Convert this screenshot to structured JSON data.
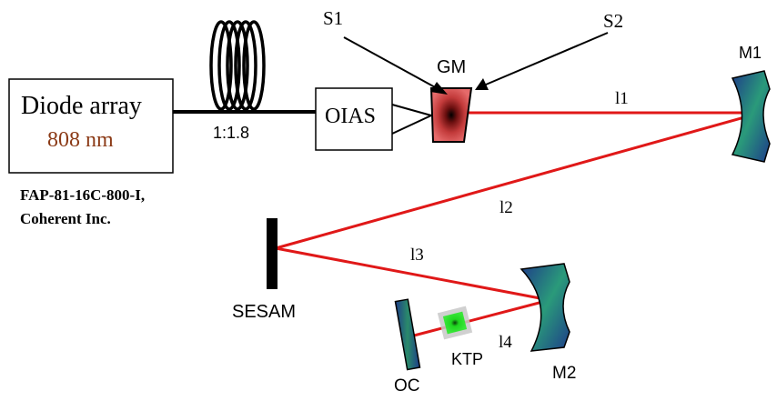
{
  "source": {
    "name": "Diode array",
    "wavelength": "808 nm",
    "part_number": "FAP-81-16C-800-I,",
    "manufacturer": "Coherent Inc."
  },
  "fiber_ratio": "1:1.8",
  "optics": {
    "oias": "OIAS",
    "gm": "GM",
    "s1": "S1",
    "s2": "S2",
    "m1": "M1",
    "m2": "M2",
    "sesam": "SESAM",
    "ktp": "KTP",
    "oc": "OC"
  },
  "beam_segments": {
    "l1": "l1",
    "l2": "l2",
    "l3": "l3",
    "l4": "l4"
  },
  "colors": {
    "beam": "#e01818",
    "wavelength_text": "#8b3a16",
    "gain_medium": "#e05a5a",
    "mirror_dark": "#1e3d8a",
    "mirror_light": "#2a9a7a",
    "ktp_crystal": "#1fd61f",
    "sesam": "#000000"
  }
}
